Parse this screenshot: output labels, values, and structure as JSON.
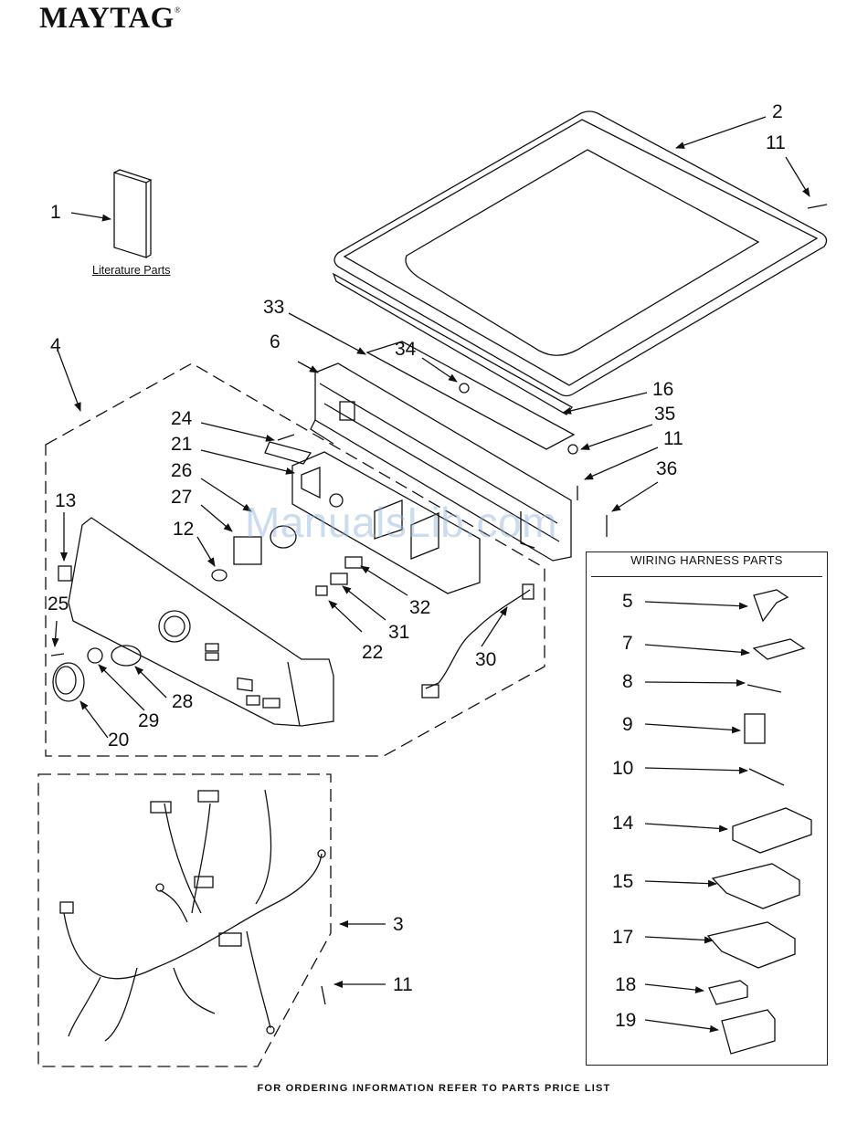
{
  "header": {
    "brand": "MAYTAG",
    "reg": "®"
  },
  "labels": {
    "literature": "Literature Parts",
    "wiring_title": "WIRING HARNESS PARTS",
    "footer": "FOR ORDERING INFORMATION REFER TO PARTS PRICE LIST"
  },
  "watermark": "ManualsLib.com",
  "callouts": {
    "n1": "1",
    "n2": "2",
    "n3": "3",
    "n4": "4",
    "n5": "5",
    "n6": "6",
    "n7": "7",
    "n8": "8",
    "n9": "9",
    "n10": "10",
    "n11a": "11",
    "n11b": "11",
    "n11c": "11",
    "n12": "12",
    "n13": "13",
    "n14": "14",
    "n15": "15",
    "n16": "16",
    "n17": "17",
    "n18": "18",
    "n19": "19",
    "n20": "20",
    "n21": "21",
    "n22": "22",
    "n24": "24",
    "n25": "25",
    "n26": "26",
    "n27": "27",
    "n28": "28",
    "n29": "29",
    "n30": "30",
    "n31": "31",
    "n32": "32",
    "n33": "33",
    "n34": "34",
    "n35": "35",
    "n36": "36"
  }
}
